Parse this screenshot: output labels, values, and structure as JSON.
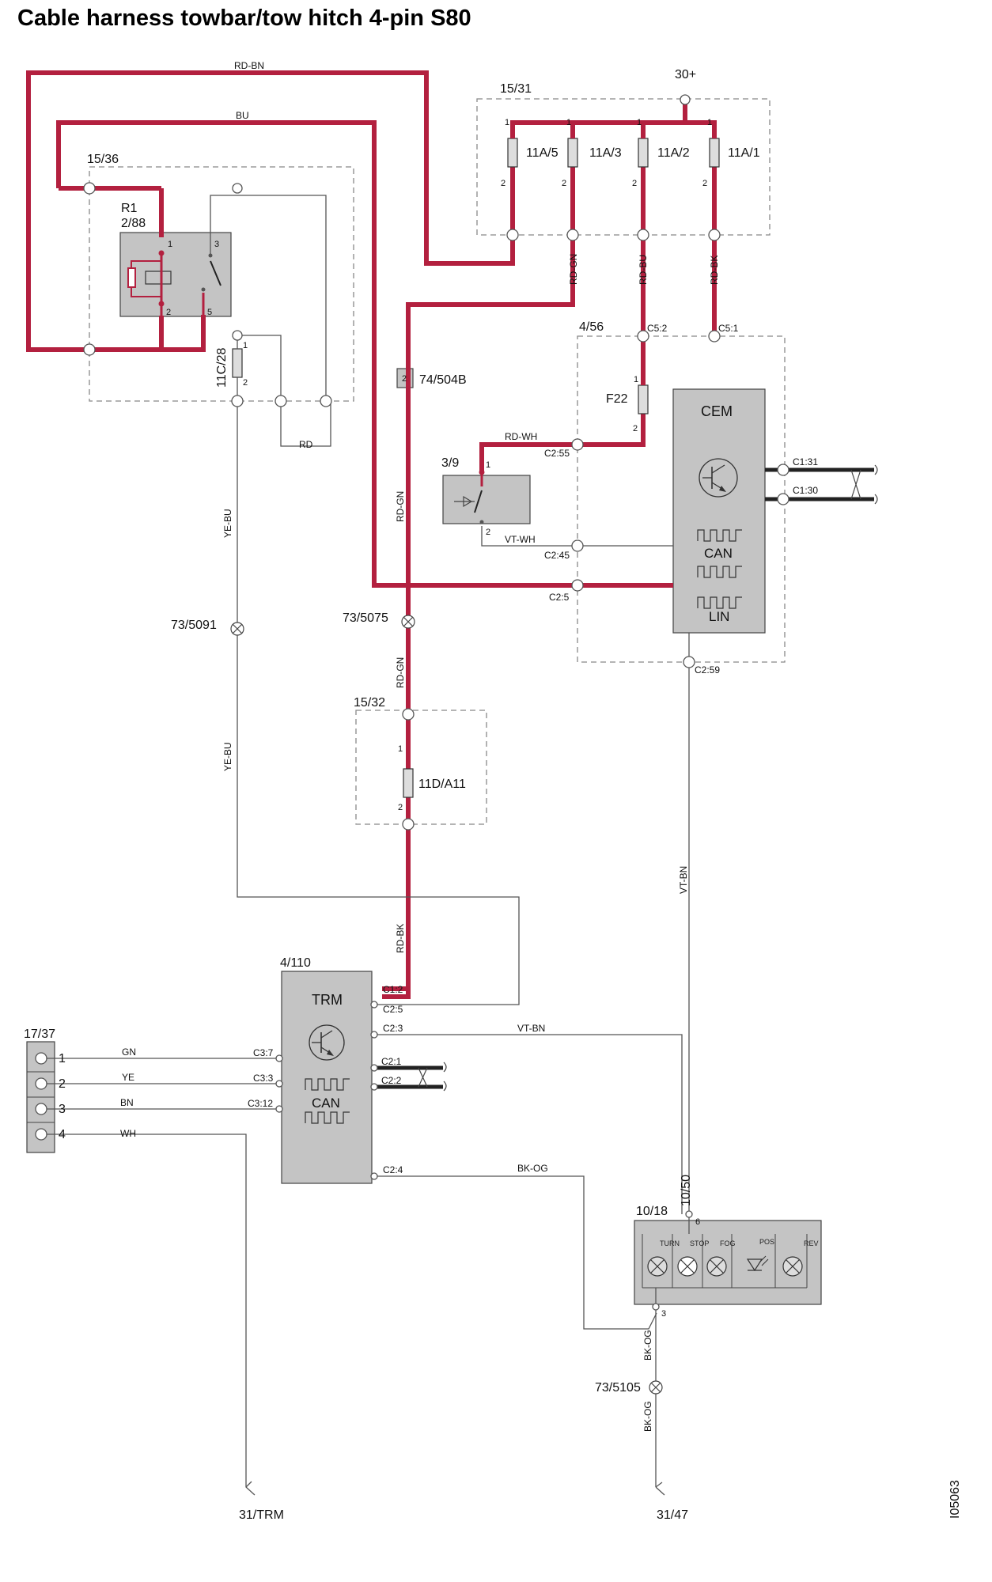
{
  "title": "Cable harness towbar/tow hitch 4-pin S80",
  "drawing_id": "I05063",
  "components": {
    "fusebox_15_31": "15/31",
    "supply_30": "30+",
    "fuse_11a5": "11A/5",
    "fuse_11a3": "11A/3",
    "fuse_11a2": "11A/2",
    "fuse_11a1": "11A/1",
    "relay_box": "15/36",
    "relay_r1": "R1",
    "relay_id": "2/88",
    "fuse_11c28": "11C/28",
    "connector_74_504b": "74/504B",
    "connector_74_504b_pin": "2",
    "cem_box": "4/56",
    "cem": "CEM",
    "fuse_f22": "F22",
    "switch_3_9": "3/9",
    "ground_73_5091": "73/5091",
    "ground_73_5075": "73/5075",
    "fusebox_15_32": "15/32",
    "fuse_11d_a11": "11D/A11",
    "trm_id": "4/110",
    "trm": "TRM",
    "socket_17_37": "17/37",
    "lamp_10_18": "10/18",
    "lamp_10_50": "10/50",
    "ground_73_5105": "73/5105",
    "ground_31_trm": "31/TRM",
    "ground_31_47": "31/47",
    "can": "CAN",
    "lin": "LIN"
  },
  "wires": {
    "rd_bn": "RD-BN",
    "bu": "BU",
    "rd_gn": "RD-GN",
    "rd_bu": "RD-BU",
    "rd_bk": "RD-BK",
    "rd": "RD",
    "rd_wh": "RD-WH",
    "vt_wh": "VT-WH",
    "ye_bu": "YE-BU",
    "vt_bn": "VT-BN",
    "bk_og": "BK-OG",
    "gn": "GN",
    "ye": "YE",
    "bn": "BN",
    "wh": "WH"
  },
  "connectors": {
    "c5_2": "C5:2",
    "c5_1": "C5:1",
    "c2_55": "C2:55",
    "c2_45": "C2:45",
    "c2_5": "C2:5",
    "c2_59": "C2:59",
    "c1_31": "C1:31",
    "c1_30": "C1:30",
    "c1_2": "C1:2",
    "trm_c2_5": "C2:5",
    "c2_3": "C2:3",
    "c2_1": "C2:1",
    "c2_2": "C2:2",
    "c2_4": "C2:4",
    "c3_7": "C3:7",
    "c3_3": "C3:3",
    "c3_12": "C3:12"
  },
  "pins": {
    "one": "1",
    "two": "2",
    "three": "3",
    "four": "4",
    "five": "5",
    "six": "6"
  },
  "lamp_labels": [
    "TURN",
    "STOP",
    "FOG",
    "POS",
    "REV"
  ],
  "colors": {
    "power_wire": "#b3203f",
    "module_fill": "#c4c4c4",
    "thin_wire": "#555555",
    "can_wire": "#222222"
  }
}
